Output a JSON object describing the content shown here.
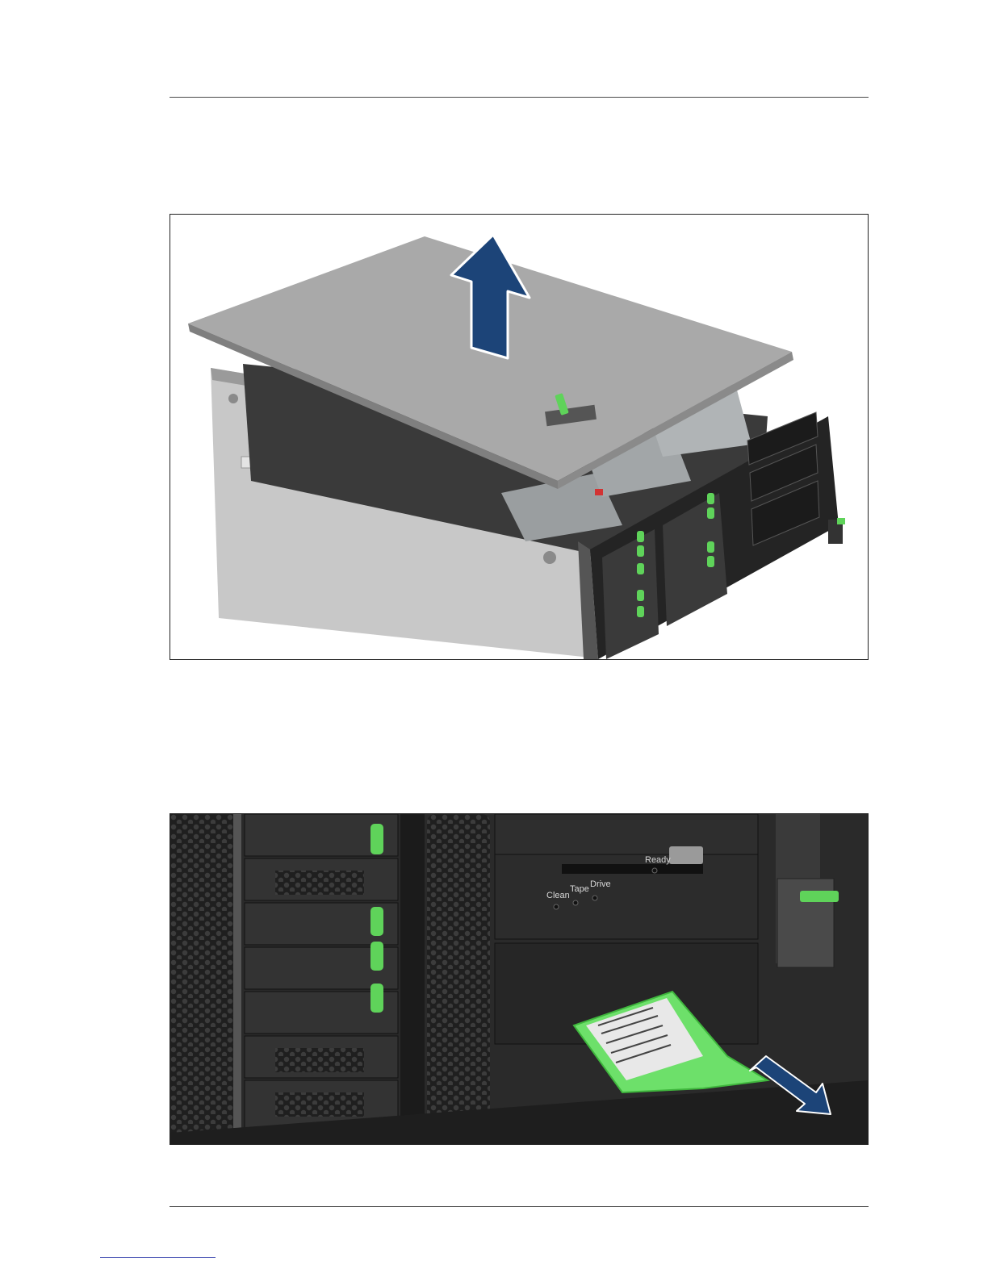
{
  "figure_two": {
    "indicator_clean": "Clean",
    "indicator_tape": "Tape",
    "indicator_drive": "Drive",
    "indicator_ready": "Ready"
  },
  "colors": {
    "arrow": "#1c4478",
    "accent_green": "#5fd35a",
    "chassis_dark": "#2a2a2a",
    "chassis_light": "#c9c9c9",
    "cover": "#a6a6a6"
  }
}
